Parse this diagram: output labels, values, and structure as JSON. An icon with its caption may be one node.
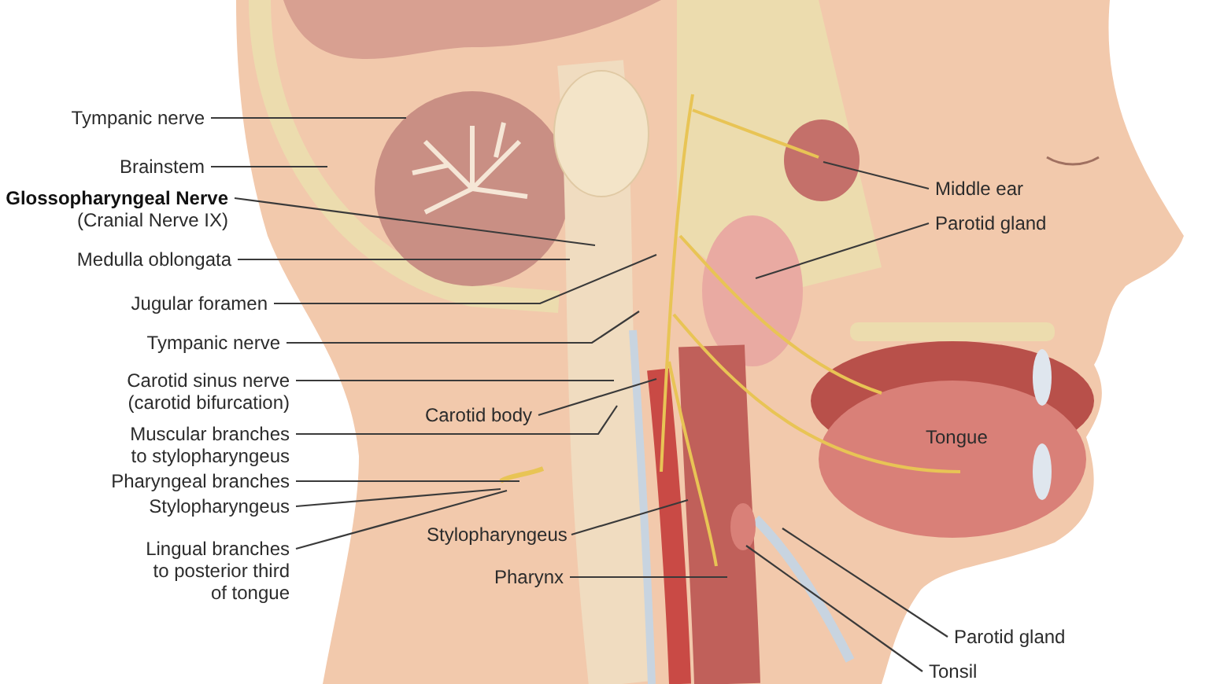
{
  "diagram": {
    "nodes": [
      {
        "text": [
          "Tympanic nerve"
        ]
      },
      {
        "text": [
          "Brainstem"
        ]
      },
      {
        "text": [
          "Glossopharyngeal Nerve",
          "(Cranial Nerve IX)"
        ]
      },
      {
        "text": [
          "Medulla oblongata"
        ]
      },
      {
        "text": [
          "Jugular foramen"
        ]
      },
      {
        "text": [
          "Tympanic nerve"
        ]
      },
      {
        "text": [
          "Carotid sinus nerve (carotid bifurcation)"
        ]
      },
      {
        "text": [
          "Muscular branches to stylopharyngeus"
        ]
      },
      {
        "text": [
          "Pharyngeal branches"
        ]
      },
      {
        "text": [
          "Stylopharyngeus"
        ]
      },
      {
        "text": [
          "Lingual branches to posterior third of tongue"
        ]
      },
      {
        "text": [
          "Carotid body"
        ]
      },
      {
        "text": [
          "Middle ear"
        ]
      },
      {
        "text": [
          "Parotid gland"
        ]
      },
      {
        "text": [
          "Stylopharyngeus"
        ]
      },
      {
        "text": [
          "Pharynx"
        ]
      },
      {
        "text": [
          "Parotid gland"
        ]
      },
      {
        "text": [
          "Tonsil"
        ]
      }
    ],
    "edges": [
      {
        "from": 0,
        "to": null,
        "arrow": "none"
      },
      {
        "from": 1,
        "to": null,
        "arrow": "none"
      },
      {
        "from": 2,
        "to": null,
        "arrow": "none"
      },
      {
        "from": 3,
        "to": null,
        "arrow": "none"
      },
      {
        "from": 4,
        "to": null,
        "arrow": "none"
      },
      {
        "from": 5,
        "to": null,
        "arrow": "none"
      },
      {
        "from": 6,
        "to": null,
        "arrow": "none"
      },
      {
        "from": 7,
        "to": null,
        "arrow": "none"
      },
      {
        "from": 8,
        "to": null,
        "arrow": "none"
      },
      {
        "from": 9,
        "to": null,
        "arrow": "none"
      },
      {
        "from": 10,
        "to": null,
        "arrow": "none"
      },
      {
        "from": 11,
        "to": null,
        "arrow": "none"
      },
      {
        "from": 12,
        "to": null,
        "arrow": "none"
      },
      {
        "from": 13,
        "to": null,
        "arrow": "none"
      },
      {
        "from": 14,
        "to": null,
        "arrow": "none"
      },
      {
        "from": 15,
        "to": null,
        "arrow": "none"
      },
      {
        "from": 16,
        "to": null,
        "arrow": "none"
      },
      {
        "from": 17,
        "to": null,
        "arrow": "none"
      }
    ],
    "labels": [
      "Tongue"
    ]
  }
}
